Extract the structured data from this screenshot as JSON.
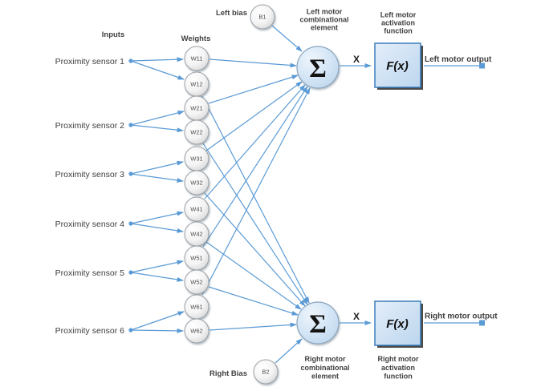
{
  "headers": {
    "inputs": "Inputs",
    "weights": "Weights"
  },
  "sensors": [
    {
      "label": "Proximity sensor 1"
    },
    {
      "label": "Proximity sensor 2"
    },
    {
      "label": "Proximity sensor 3"
    },
    {
      "label": "Proximity sensor 4"
    },
    {
      "label": "Proximity sensor 5"
    },
    {
      "label": "Proximity sensor 6"
    }
  ],
  "weight_nodes": [
    "W11",
    "W12",
    "W21",
    "W22",
    "W31",
    "W32",
    "W41",
    "W42",
    "W51",
    "W52",
    "W61",
    "W62"
  ],
  "bias": {
    "left_label": "Left bias",
    "left_node": "B1",
    "right_label": "Right Bias",
    "right_node": "B2"
  },
  "summation": {
    "symbol": "Σ",
    "left_caption": [
      "Left motor",
      "combinational",
      "element"
    ],
    "right_caption": [
      "Right motor",
      "combinational",
      "element"
    ]
  },
  "activation": {
    "symbol": "F(x)",
    "left_caption": [
      "Left motor",
      "activation",
      "function"
    ],
    "right_caption": [
      "Right motor",
      "activation",
      "function"
    ]
  },
  "signals": {
    "x_label": "X",
    "left_output": "Left motor output",
    "right_output": "Right motor output"
  },
  "colors": {
    "connector": "#5b9bd5",
    "text": "#3f3f3f",
    "sum_fill": "#d4e6f6",
    "box_border": "#2e75b6"
  }
}
